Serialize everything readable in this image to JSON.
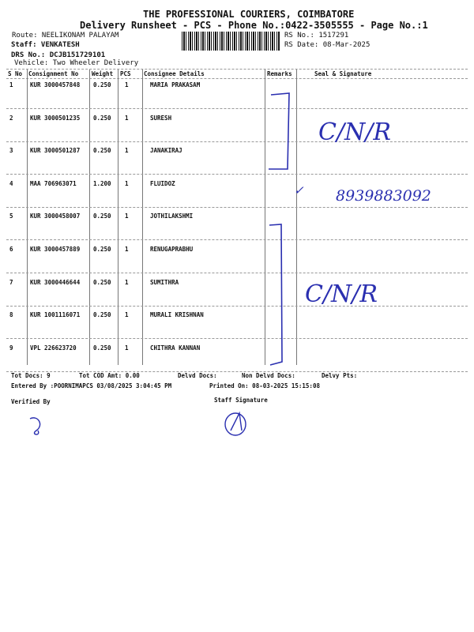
{
  "header": {
    "company": "THE PROFESSIONAL COURIERS, COIMBATORE",
    "subtitle": "Delivery Runsheet - PCS - Phone No.:0422-3505555 - Page No.:1",
    "route": "Route: NEELIKONAM PALAYAM",
    "staff": "Staff: VENKATESH",
    "drs": "DRS No.: DCJB151729101",
    "vehicle": "Vehicle: Two Wheeler Delivery",
    "rs_no": "RS No.: 1517291",
    "rs_date": "RS Date: 08-Mar-2025"
  },
  "table": {
    "columns": [
      "S No",
      "Consignment No",
      "Weight",
      "PCS",
      "Consignee Details",
      "Remarks",
      "Seal & Signature"
    ],
    "rows": [
      {
        "sno": "1",
        "cons": "KUR 3000457848",
        "weight": "0.250",
        "pcs": "1",
        "name": "MARIA PRAKASAM"
      },
      {
        "sno": "2",
        "cons": "KUR 3000501235",
        "weight": "0.250",
        "pcs": "1",
        "name": "SURESH"
      },
      {
        "sno": "3",
        "cons": "KUR 3000501287",
        "weight": "0.250",
        "pcs": "1",
        "name": "JANAKIRAJ"
      },
      {
        "sno": "4",
        "cons": "MAA 706963071",
        "weight": "1.200",
        "pcs": "1",
        "name": "FLUIDOZ"
      },
      {
        "sno": "5",
        "cons": "KUR 3000458007",
        "weight": "0.250",
        "pcs": "1",
        "name": "JOTHILAKSHMI"
      },
      {
        "sno": "6",
        "cons": "KUR 3000457889",
        "weight": "0.250",
        "pcs": "1",
        "name": "RENUGAPRABHU"
      },
      {
        "sno": "7",
        "cons": "KUR 3000446644",
        "weight": "0.250",
        "pcs": "1",
        "name": "SUMITHRA"
      },
      {
        "sno": "8",
        "cons": "KUR 1001116071",
        "weight": "0.250",
        "pcs": "1",
        "name": "MURALI KRISHNAN"
      },
      {
        "sno": "9",
        "cons": "VPL 226623720",
        "weight": "0.250",
        "pcs": "1",
        "name": "CHITHRA KANNAN"
      }
    ]
  },
  "handwritten": {
    "note1": "C/N/R",
    "phone": "8939883092",
    "note2": "C/N/R"
  },
  "footer": {
    "tot_docs": "Tot Docs:   9",
    "tot_cod": "Tot COD Amt:   0.00",
    "delvd": "Delvd Docs:",
    "non_delvd": "Non Delvd Docs:",
    "delvy_pts": "Delvy Pts:",
    "entered_by": "Entered By :POORNIMAPCS 03/08/2025 3:04:45 PM",
    "printed_on": "Printed On: 08-03-2025 15:15:08",
    "verified_by": "Verified By",
    "staff_signature": "Staff Signature"
  }
}
